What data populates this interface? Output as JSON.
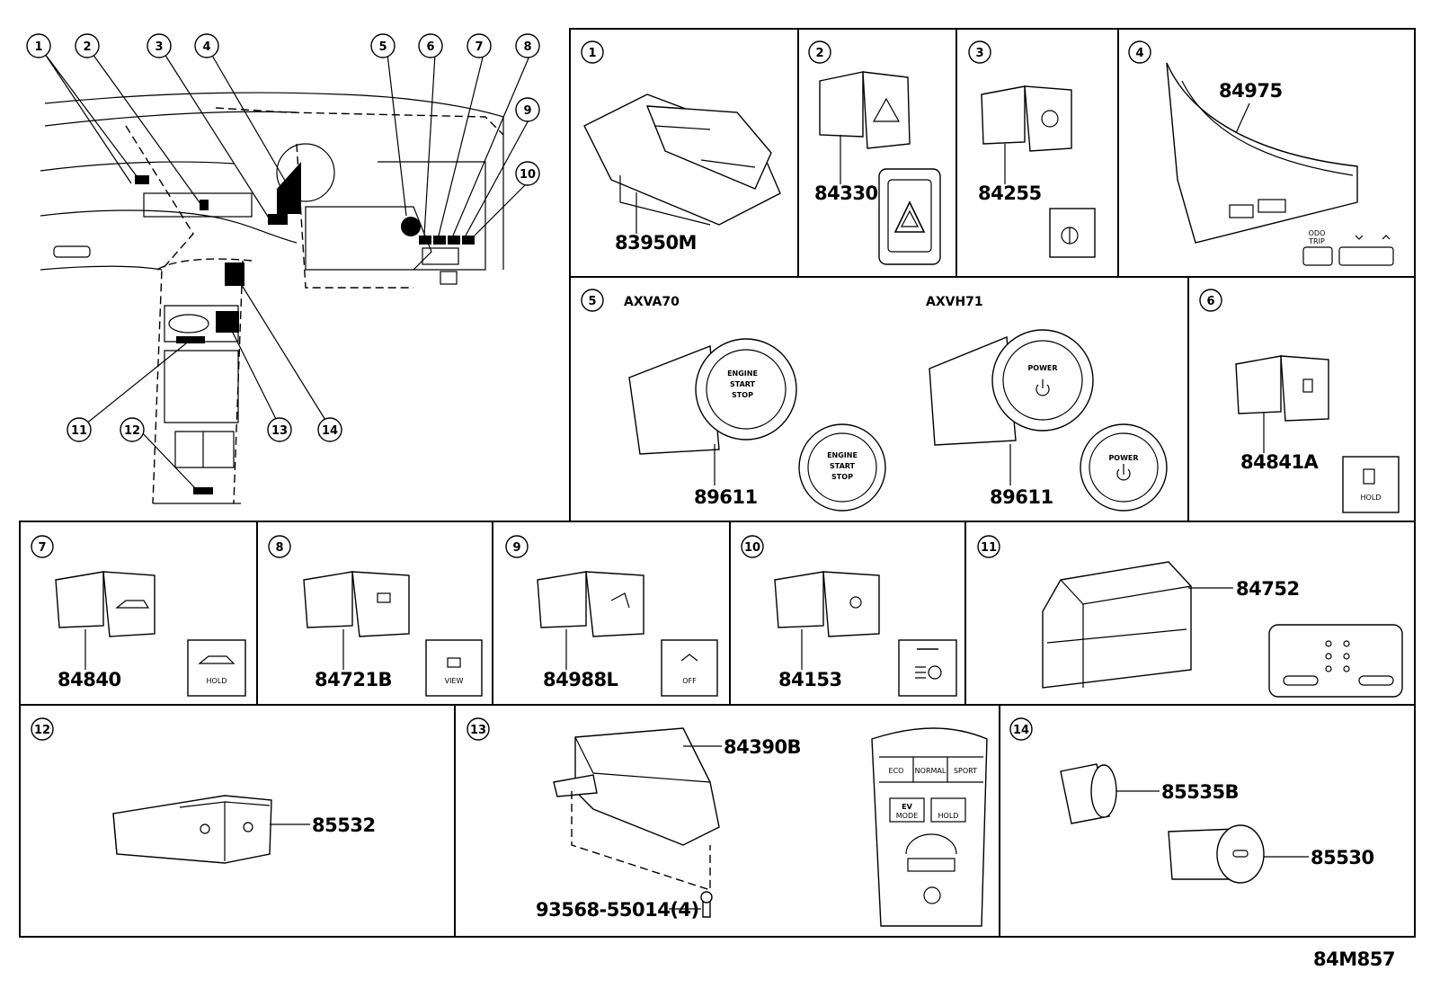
{
  "callouts": [
    "1",
    "2",
    "3",
    "4",
    "5",
    "6",
    "7",
    "8",
    "9",
    "10",
    "11",
    "12",
    "13",
    "14"
  ],
  "panels": {
    "p1": {
      "num": "1",
      "part": "83950M"
    },
    "p2": {
      "num": "2",
      "part": "84330"
    },
    "p3": {
      "num": "3",
      "part": "84255"
    },
    "p4": {
      "num": "4",
      "part": "84975",
      "btn1": "ODO",
      "btn2": "TRIP"
    },
    "p5": {
      "num": "5",
      "model_a": "AXVA70",
      "model_b": "AXVH71",
      "part_a": "89611",
      "part_b": "89611",
      "engine1": "ENGINE",
      "engine2": "START",
      "engine3": "STOP",
      "power": "POWER"
    },
    "p6": {
      "num": "6",
      "part": "84841A",
      "icon_label": "HOLD"
    },
    "p7": {
      "num": "7",
      "part": "84840",
      "icon_label": "HOLD"
    },
    "p8": {
      "num": "8",
      "part": "84721B",
      "icon_label": "VIEW"
    },
    "p9": {
      "num": "9",
      "part": "84988L",
      "icon_label": "OFF"
    },
    "p10": {
      "num": "10",
      "part": "84153"
    },
    "p11": {
      "num": "11",
      "part": "84752"
    },
    "p12": {
      "num": "12",
      "part": "85532"
    },
    "p13": {
      "num": "13",
      "part": "84390B",
      "screw": "93568-55014(4)",
      "mode_eco": "ECO",
      "mode_normal": "NORMAL",
      "mode_sport": "SPORT",
      "ev": "EV",
      "ev_sub": "MODE",
      "hold": "HOLD"
    },
    "p14": {
      "num": "14",
      "part_a": "85535B",
      "part_b": "85530"
    }
  },
  "drawing_code": "84M857"
}
